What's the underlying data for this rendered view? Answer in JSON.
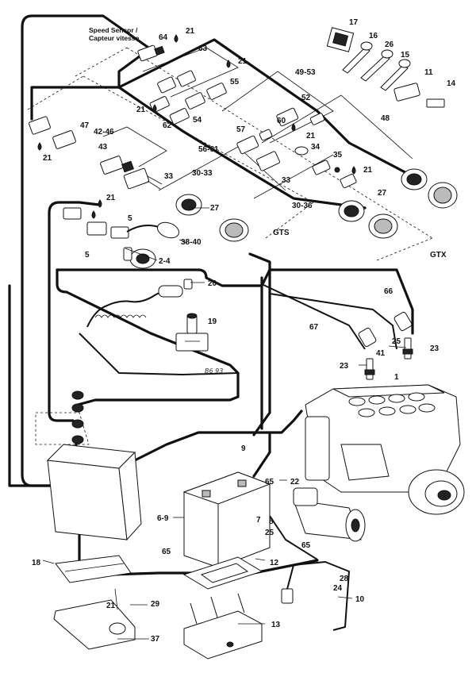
{
  "speed_sensor_label": "Speed Sensor /",
  "speed_sensor_label_fr": "Capteur vitesse",
  "model_labels": {
    "gts": "GTS",
    "gtx": "GTX"
  },
  "handwriting": "B6 93",
  "callouts": {
    "c64": "64",
    "c21a": "21",
    "c63": "63",
    "c21b": "21",
    "c55": "55",
    "c49_53": "49-53",
    "c52": "52",
    "c21c": "21",
    "c62": "62",
    "c54": "54",
    "c57": "57",
    "c60": "60",
    "c21d": "21",
    "c34": "34",
    "c56_61": "56-61",
    "c35": "35",
    "c21e": "21",
    "c33a": "33",
    "c48": "48",
    "c27a": "27",
    "c17": "17",
    "c16": "16",
    "c26": "26",
    "c15": "15",
    "c11": "11",
    "c14": "14",
    "c47": "47",
    "c21f": "21",
    "c42_46": "42-46",
    "c43": "43",
    "c33b": "33",
    "c30_33": "30-33",
    "c21g": "21",
    "c27b": "27",
    "c5a": "5",
    "c5b": "5",
    "c38_40": "38-40",
    "c2_4": "2-4",
    "c30_36": "30-36",
    "c20": "20",
    "c19": "19",
    "c66": "66",
    "c67": "67",
    "c25a": "25",
    "c41": "41",
    "c23a": "23",
    "c23b": "23",
    "c1": "1",
    "c9": "9",
    "c65a": "65",
    "c22": "22",
    "c6_9": "6-9",
    "c7": "7",
    "c8": "8",
    "c25b": "25",
    "c65b": "65",
    "c65c": "65",
    "c18": "18",
    "c12": "12",
    "c28": "28",
    "c24": "24",
    "c10": "10",
    "c29": "29",
    "c13": "13",
    "c37": "37",
    "c21h": "21"
  }
}
